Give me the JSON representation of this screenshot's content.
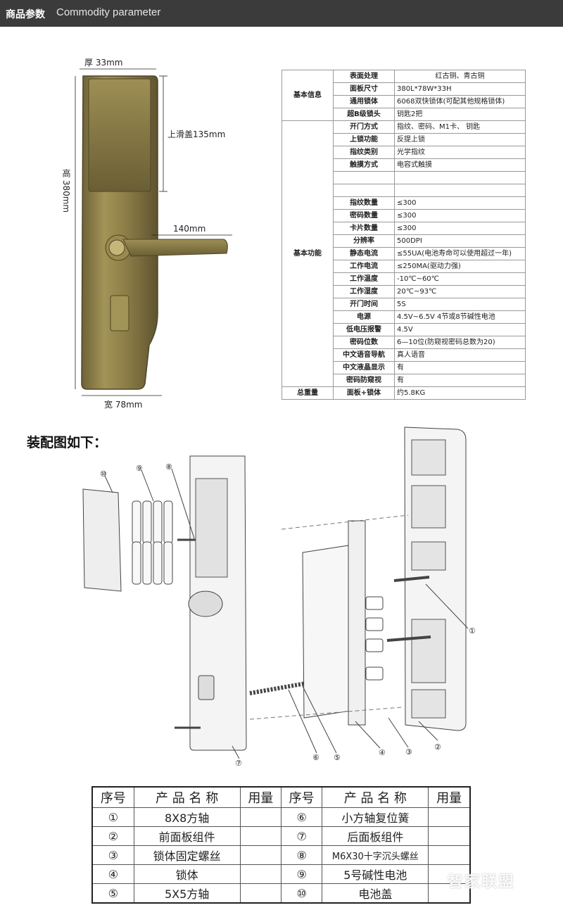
{
  "header": {
    "title_zh": "商品参数",
    "title_en": "Commodity parameter"
  },
  "dimensions": {
    "thickness": "厚 33mm",
    "slide_cover": "上滑盖135mm",
    "height": "高 380mm",
    "handle": "140mm",
    "width": "宽 78mm"
  },
  "spec_table": {
    "groups": [
      {
        "category": "基本信息",
        "rows": [
          {
            "name": "表面处理",
            "value": "红古铜、青古铜"
          },
          {
            "name": "面板尺寸",
            "value": "380L*78W*33H"
          },
          {
            "name": "通用锁体",
            "value": "6068双快锁体(可配其他规格锁体)"
          },
          {
            "name": "超B级锁头",
            "value": "钥匙2把"
          }
        ]
      },
      {
        "category": "基本功能",
        "rows": [
          {
            "name": "开门方式",
            "value": "指纹、密码、M1卡、      钥匙"
          },
          {
            "name": "上锁功能",
            "value": "反提上锁"
          },
          {
            "name": "指纹类别",
            "value": "光学指纹"
          },
          {
            "name": "触摸方式",
            "value": "电容式触摸"
          },
          {
            "name": "",
            "value": ""
          },
          {
            "name": "",
            "value": ""
          },
          {
            "name": "指纹数量",
            "value": "≤300"
          },
          {
            "name": "密码数量",
            "value": "≤300"
          },
          {
            "name": "卡片数量",
            "value": "≤300"
          },
          {
            "name": "分辨率",
            "value": "500DPI"
          },
          {
            "name": "静态电流",
            "value": "≤55UA(电池寿命可以使用超过一年)"
          },
          {
            "name": "工作电流",
            "value": "≤250MA(驱动力强)"
          },
          {
            "name": "工作温度",
            "value": "-10℃~60℃"
          },
          {
            "name": "工作湿度",
            "value": "20℃~93℃"
          },
          {
            "name": "开门时间",
            "value": "5S"
          },
          {
            "name": "电源",
            "value": "4.5V~6.5V 4节或8节碱性电池"
          },
          {
            "name": "低电压报警",
            "value": "4.5V"
          },
          {
            "name": "密码位数",
            "value": "6—10位(防窥视密码总数为20)"
          },
          {
            "name": "中文语音导航",
            "value": "真人语音"
          },
          {
            "name": "中文液晶显示",
            "value": "有"
          },
          {
            "name": "密码防窥视",
            "value": "有"
          }
        ]
      },
      {
        "category": "总重量",
        "rows": [
          {
            "name": "面板+锁体",
            "value": "约5.8KG"
          }
        ]
      }
    ]
  },
  "assembly": {
    "title": "装配图如下：",
    "callouts": [
      "①",
      "②",
      "③",
      "④",
      "⑤",
      "⑥",
      "⑦",
      "⑧",
      "⑨",
      "⑩"
    ]
  },
  "parts_table": {
    "headers": [
      "序号",
      "产 品 名 称",
      "用量",
      "序号",
      "产 品 名 称",
      "用量"
    ],
    "rows": [
      [
        "①",
        "8X8方轴",
        "",
        "⑥",
        "小方轴复位簧",
        ""
      ],
      [
        "②",
        "前面板组件",
        "",
        "⑦",
        "后面板组件",
        ""
      ],
      [
        "③",
        "锁体固定螺丝",
        "",
        "⑧",
        "M6X30十字沉头螺丝",
        ""
      ],
      [
        "④",
        "锁体",
        "",
        "⑨",
        "5号碱性电池",
        ""
      ],
      [
        "⑤",
        "5X5方轴",
        "",
        "⑩",
        "电池盖",
        ""
      ]
    ]
  },
  "watermark": "智家联盟",
  "colors": {
    "header_bg": "#3b3b3b",
    "bronze": "#8a7a45",
    "bronze_light": "#b5a569"
  }
}
